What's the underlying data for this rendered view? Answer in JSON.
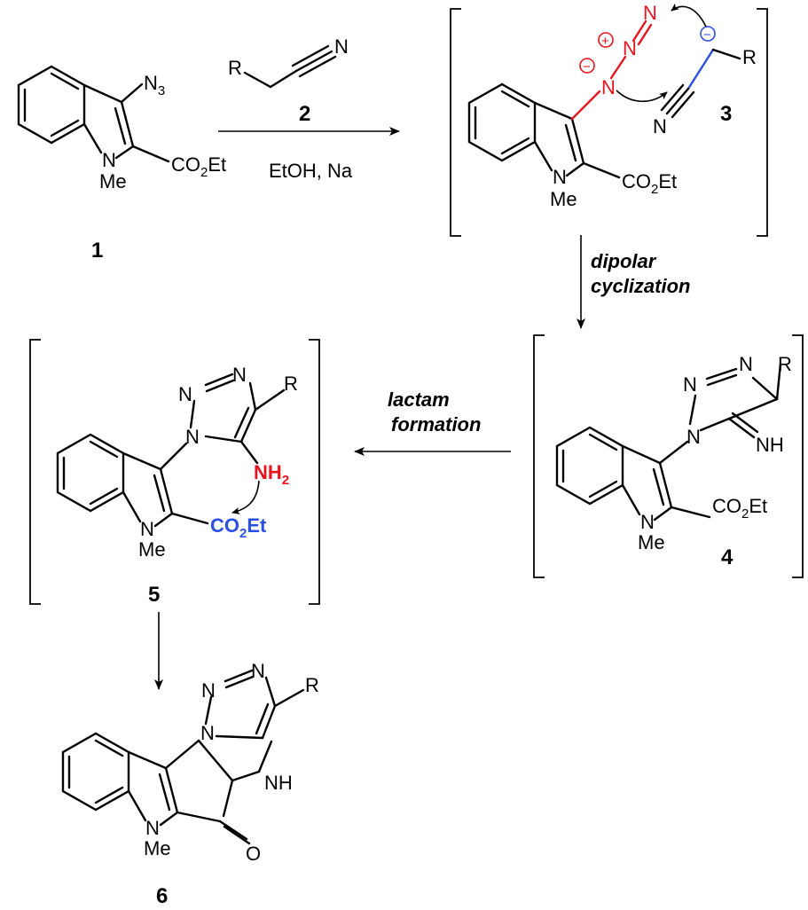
{
  "compounds": {
    "c1": {
      "number": "1",
      "labels": {
        "n3": "N",
        "n3_sub": "3",
        "co2et_a": "CO",
        "co2et_sub": "2",
        "co2et_b": "Et",
        "n": "N",
        "me": "Me"
      }
    },
    "c2": {
      "number": "2",
      "labels": {
        "r": "R",
        "n": "N"
      }
    },
    "c3": {
      "number": "3",
      "labels": {
        "n1": "N",
        "n2": "N",
        "n3": "N",
        "r": "R",
        "n_nitrile": "N",
        "co2et_a": "CO",
        "co2et_sub": "2",
        "co2et_b": "Et",
        "n": "N",
        "me": "Me",
        "plus": "+",
        "minus": "−"
      }
    },
    "c4": {
      "number": "4",
      "labels": {
        "n_a": "N",
        "n_b": "N",
        "n_c": "N",
        "r": "R",
        "nh": "NH",
        "co2et_a": "CO",
        "co2et_sub": "2",
        "co2et_b": "Et",
        "n": "N",
        "me": "Me"
      }
    },
    "c5": {
      "number": "5",
      "labels": {
        "n_a": "N",
        "n_b": "N",
        "n_c": "N",
        "r": "R",
        "nh2_a": "NH",
        "nh2_sub": "2",
        "co2et_a": "CO",
        "co2et_sub": "2",
        "co2et_b": "Et",
        "n": "N",
        "me": "Me"
      }
    },
    "c6": {
      "number": "6",
      "labels": {
        "n_a": "N",
        "n_b": "N",
        "n_c": "N",
        "r": "R",
        "nh": "NH",
        "o": "O",
        "n": "N",
        "me": "Me"
      }
    }
  },
  "conditions": {
    "step1": "EtOH, Na",
    "step2_line1": "dipolar",
    "step2_line2": "cyclization",
    "step3_line1": "lactam",
    "step3_line2": "formation"
  },
  "colors": {
    "red": "#e6141e",
    "blue": "#2c4fe0",
    "ink": "#000000"
  }
}
